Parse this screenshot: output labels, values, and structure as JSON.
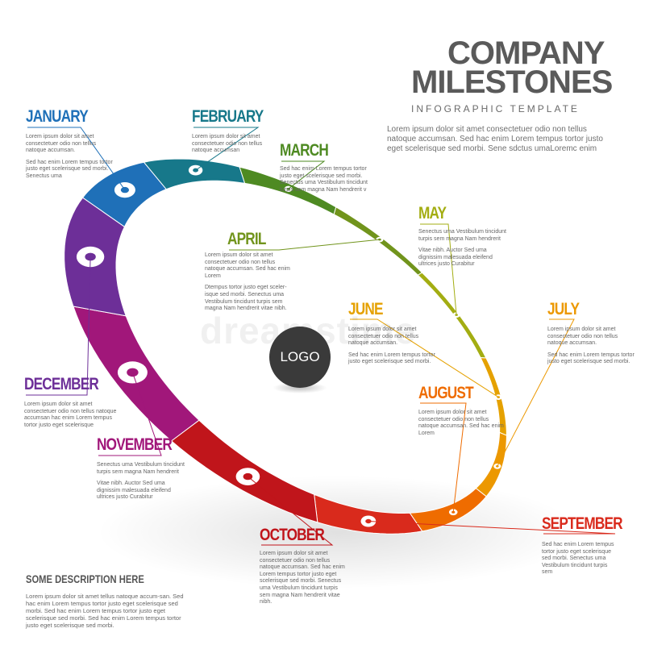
{
  "header": {
    "title_line1": "COMPANY",
    "title_line2": "MILESTONES",
    "subtitle": "INFOGRAPHIC TEMPLATE",
    "text": "Lorem ipsum dolor sit amet consectetuer odio non tellus natoque accumsan. Sed hac enim Lorem tempus tortor justo eget scelerisque sed morbi. Sene sdctus umaLoremc enim"
  },
  "logo": {
    "label": "LOGO"
  },
  "watermark": "dreamstime",
  "bottom": {
    "title": "SOME DESCRIPTION HERE",
    "text": "Lorem ipsum dolor sit amet tellus natoque accum-san. Sed hac enim Lorem tempus tortor justo eget scelerisque sed morbi. Sed hac enim Lorem tempus tortor justo eget scelerisque sed morbi. Sed hac enim Lorem tempus tortor justo eget scelerisque sed morbi."
  },
  "months": [
    {
      "id": "january",
      "name": "JANUARY",
      "color": "#1f70b8",
      "p1": "Lorem ipsum dolor sit amet consectetuer odio non tellus natoque accumsan.",
      "p2": "Sed hac enim Lorem tempus tortor justo eget scelerisque sed morbi. Senectus uma"
    },
    {
      "id": "february",
      "name": "FEBRUARY",
      "color": "#17788a",
      "p1": "Lorem ipsum dolor sit amet consectetuer odio non tellus natoque accumsan",
      "p2": ""
    },
    {
      "id": "march",
      "name": "MARCH",
      "color": "#4e8a22",
      "p1": "Sed hac enim Lorem tempus tortor justo eget scelerisque sed morbi. Senectus uma Vestibulum tincidunt turpis sem magna Nam hendrerit v",
      "p2": ""
    },
    {
      "id": "april",
      "name": "APRIL",
      "color": "#71941c",
      "p1": "Lorem ipsum dolor sit amet consectetuer odio non tellus natoque accumsan. Sed hac enim Lorem",
      "p2": "Dtempus tortor justo eget sceler-isque sed morbi. Senectus uma Vestibulum tincidunt turpis sem magna Nam hendrerit vitae nibh."
    },
    {
      "id": "may",
      "name": "MAY",
      "color": "#a3ad12",
      "p1": "Senectus uma Vestibulum tincidunt turpis sem magna Nam hendrerit",
      "p2": "Vitae nibh. Auctor Sed uma dignissim malesuada eleifend ultrices justo Curabitur"
    },
    {
      "id": "june",
      "name": "JUNE",
      "color": "#e5a100",
      "p1": "Lorem ipsum dolor sit amet consectetuer odio non tellus natoque accumsan.",
      "p2": "Sed hac enim Lorem tempus tortor justo eget scelerisque sed morbi."
    },
    {
      "id": "july",
      "name": "JULY",
      "color": "#ec9800",
      "p1": "Lorem ipsum dolor sit amet consectetuer odio non tellus natoque accumsan.",
      "p2": "Sed hac enim Lorem tempus tortor justo eget scelerisque sed morbi."
    },
    {
      "id": "august",
      "name": "AUGUST",
      "color": "#ef6c00",
      "p1": "Lorem ipsum dolor sit amet consectetuer odio non tellus natoque accumsan. Sed hac enim Lorem",
      "p2": ""
    },
    {
      "id": "september",
      "name": "SEPTEMBER",
      "color": "#d92a1c",
      "p1": "Sed hac enim Lorem tempus tortor justo eget scelerisque sed morbi. Senectus uma Vestibulum tincidunt turpis sem",
      "p2": ""
    },
    {
      "id": "october",
      "name": "OCTOBER",
      "color": "#c0151b",
      "p1": "Lorem ipsum dolor sit amet consectetuer odio non tellus natoque accumsan. Sed hac enim Lorem tempus tortor justo eget scelerisque sed morbi. Senectus uma Vestibulum tincidunt turpis sem magna Nam hendrerit vitae nibh.",
      "p2": ""
    },
    {
      "id": "november",
      "name": "NOVEMBER",
      "color": "#a1177a",
      "p1": "Senectus uma Vestibulum tincidunt turpis sem magna Nam hendrerit",
      "p2": "Vitae nibh. Auctor Sed uma dignissim malesuada eleifend ultrices justo Curabitur"
    },
    {
      "id": "december",
      "name": "DECEMBER",
      "color": "#6d2f98",
      "p1": "Lorem ipsum dolor sit amet consectetuer odio non tellus natoque accumsan hac enim Lorem tempus tortor justo eget scelerisque",
      "p2": ""
    }
  ]
}
